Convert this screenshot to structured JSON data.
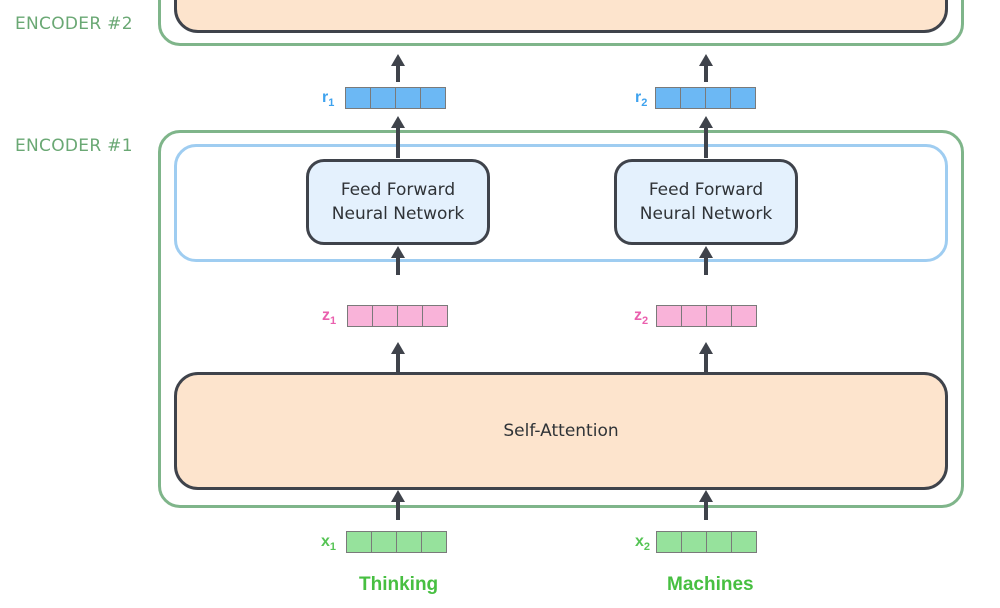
{
  "encoders": {
    "encoder2_label": "ENCODER #2",
    "encoder1_label": "ENCODER #1"
  },
  "blocks": {
    "self_attention": "Self-Attention",
    "ffn1_line1": "Feed Forward",
    "ffn1_line2": "Neural Network",
    "ffn2_line1": "Feed Forward",
    "ffn2_line2": "Neural Network"
  },
  "vectors": {
    "x1": {
      "base": "x",
      "sub": "1"
    },
    "x2": {
      "base": "x",
      "sub": "2"
    },
    "z1": {
      "base": "z",
      "sub": "1"
    },
    "z2": {
      "base": "z",
      "sub": "2"
    },
    "r1": {
      "base": "r",
      "sub": "1"
    },
    "r2": {
      "base": "r",
      "sub": "2"
    }
  },
  "inputs": {
    "word1": "Thinking",
    "word2": "Machines"
  },
  "colors": {
    "encoder_border": "#7fb58a",
    "ffn_group_border": "#9fcdf1",
    "self_attention_fill": "#fde4cd",
    "ffn_fill": "#e4f1fd",
    "x_vector": "#96e29c",
    "z_vector": "#f9b3d9",
    "r_vector": "#6cb8f4"
  }
}
